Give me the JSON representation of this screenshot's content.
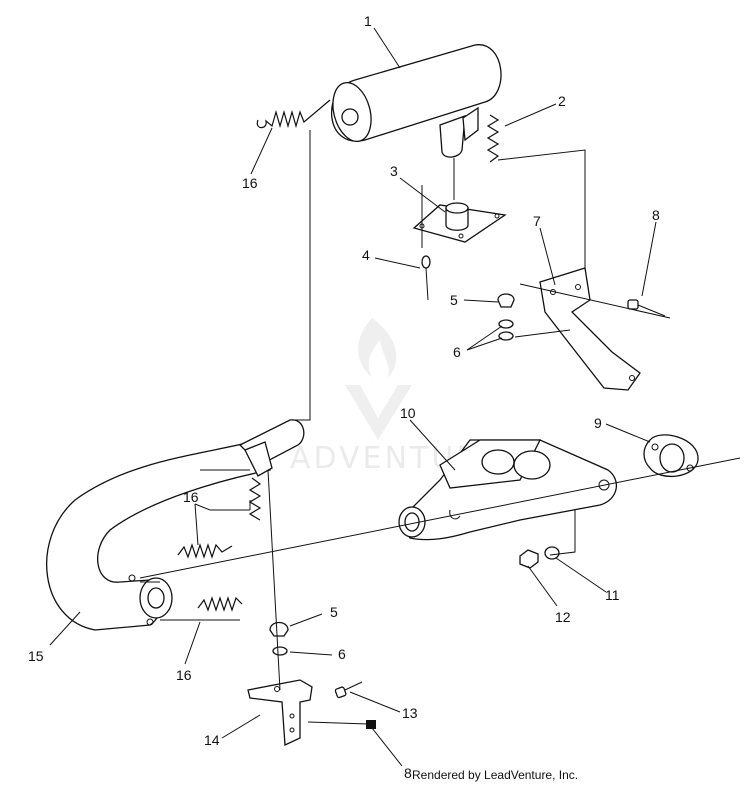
{
  "diagram": {
    "labels": [
      "1",
      "2",
      "3",
      "4",
      "5",
      "6",
      "7",
      "8",
      "9",
      "10",
      "11",
      "12",
      "16",
      "15",
      "16",
      "16",
      "5",
      "6",
      "13",
      "14",
      "8"
    ],
    "watermark": "ADVENTURE",
    "credit": "Rendered by LeadVenture, Inc."
  }
}
